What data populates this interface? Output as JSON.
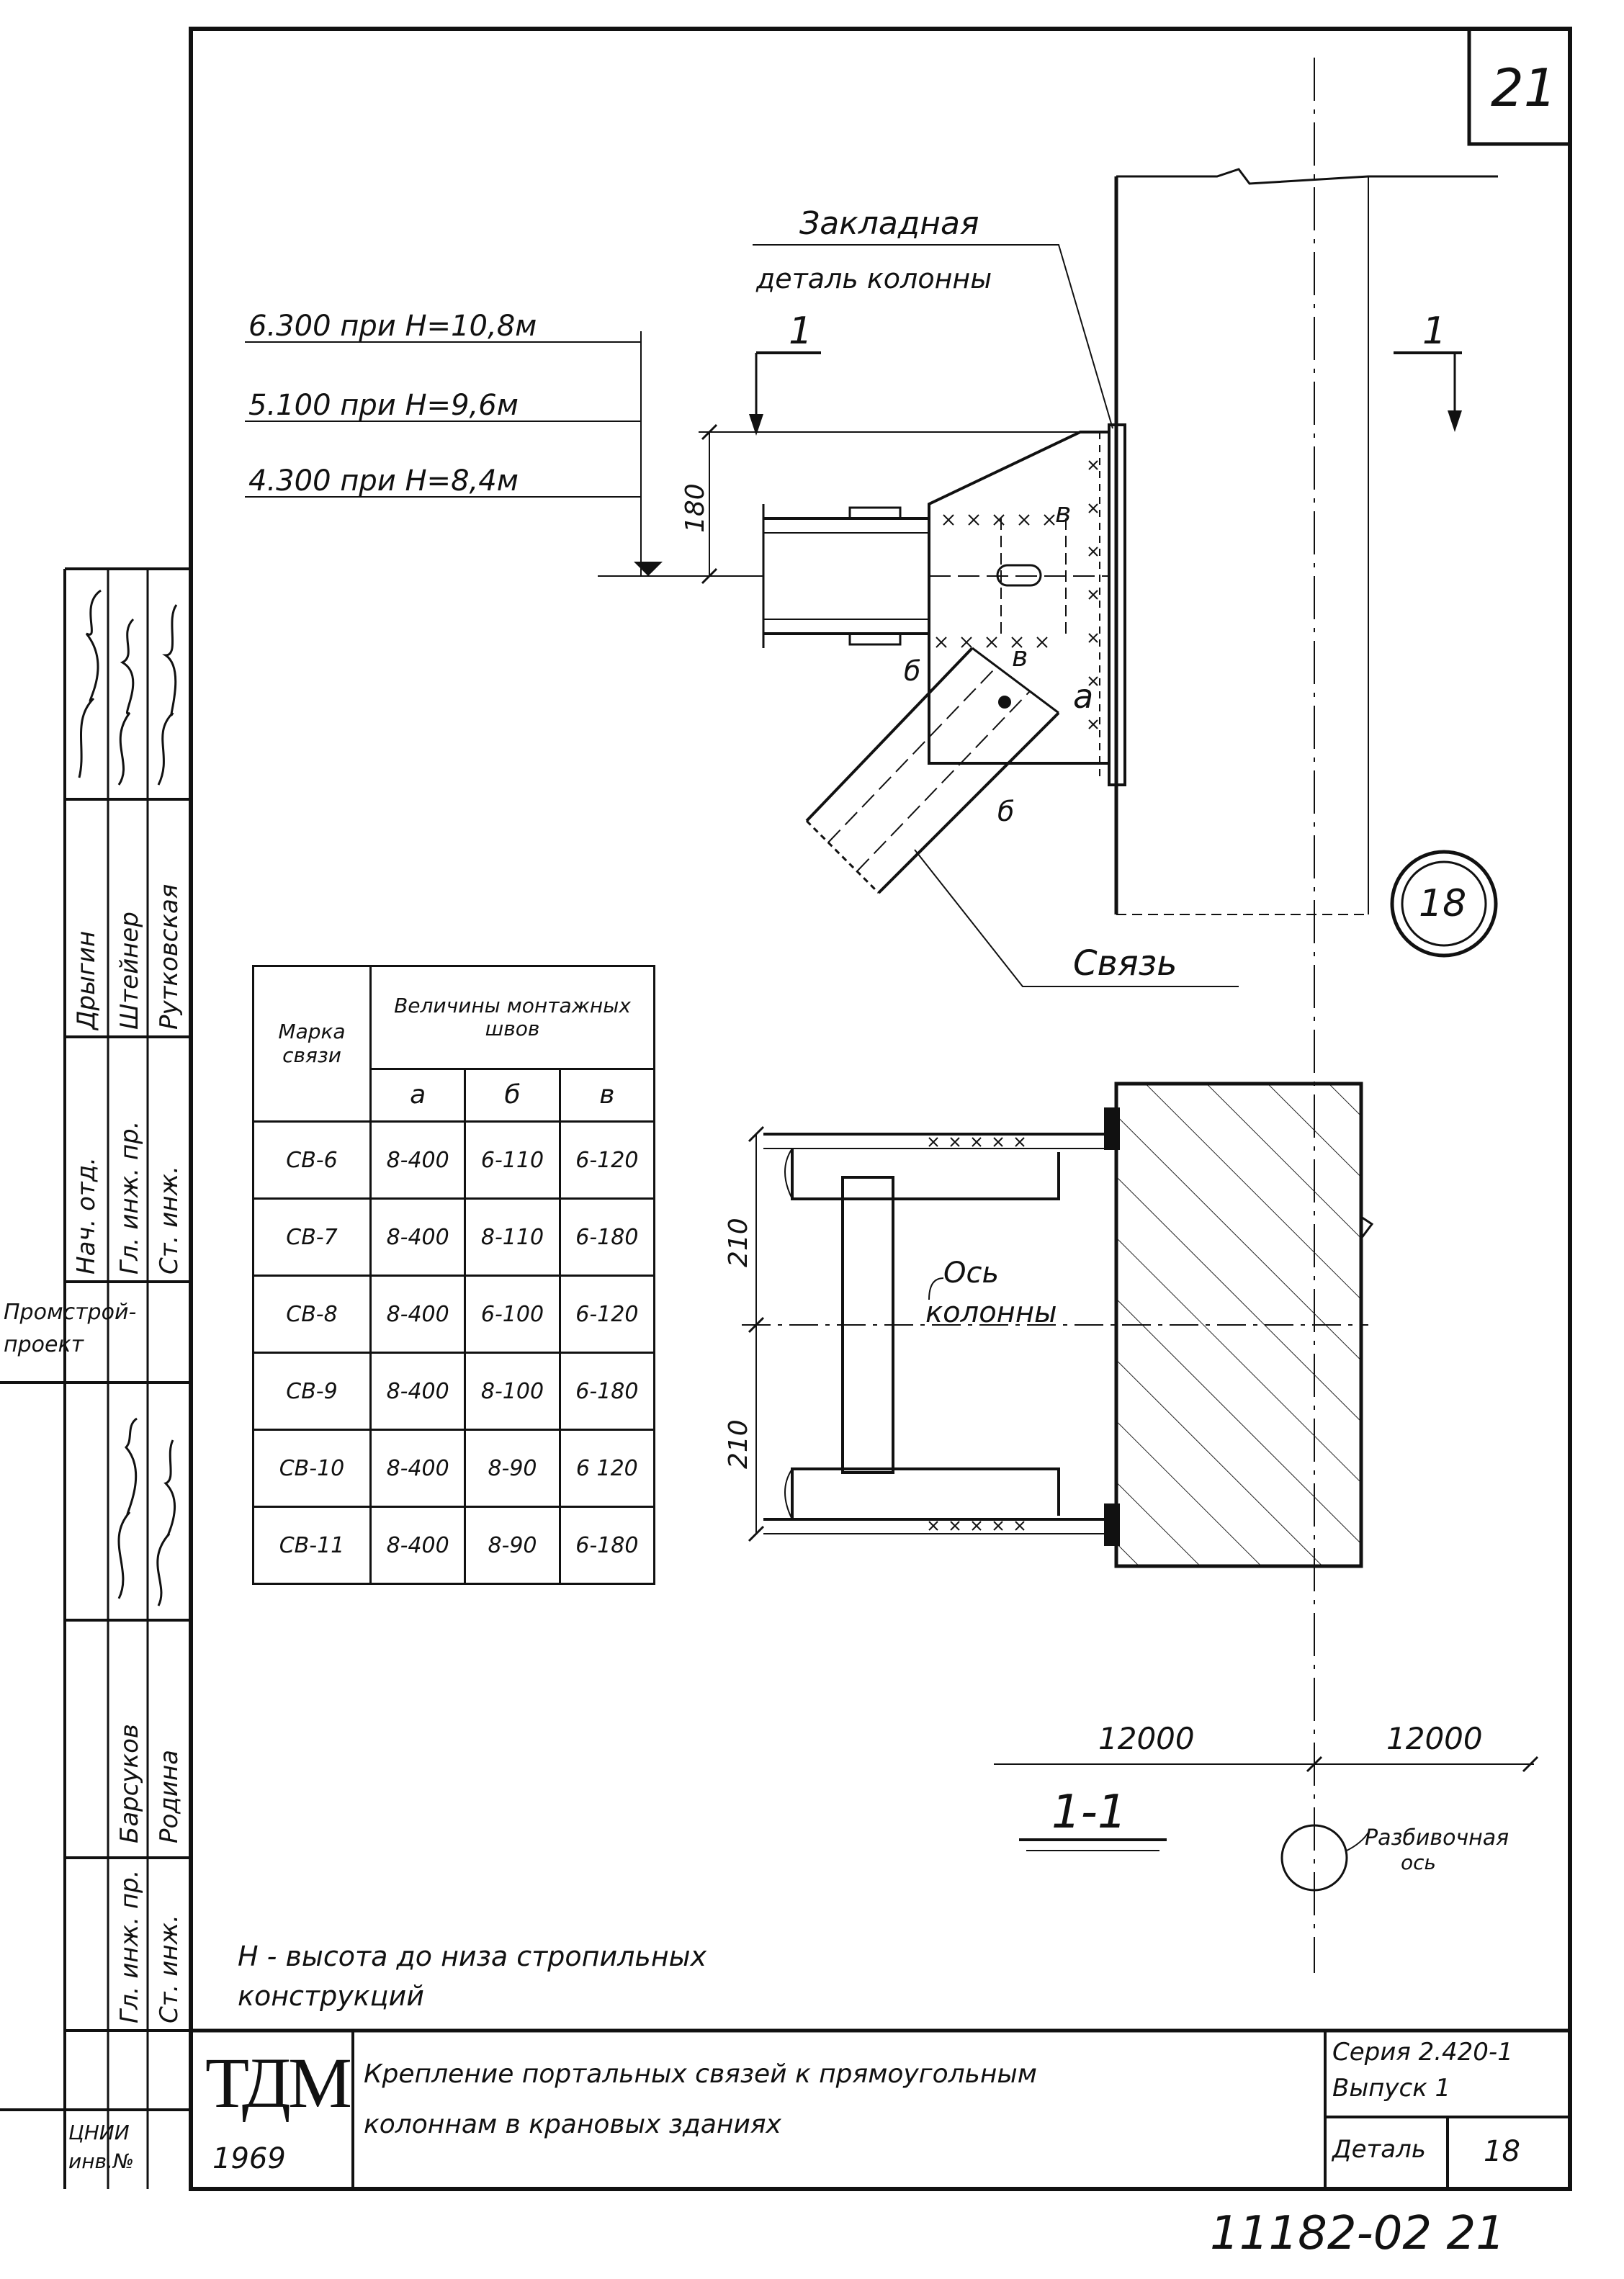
{
  "sheet": {
    "number": "21",
    "bottom_number": "11182-02  21",
    "detail_circle": "18"
  },
  "callouts": {
    "embedded_line1": "Закладная",
    "embedded_line2": "деталь колонны",
    "brace": "Связь",
    "section_mark": "1",
    "section_title": "1-1",
    "axis_line1": "Ось",
    "axis_line2": "колонны",
    "layout_axis_line1": "Разбивочная",
    "layout_axis_line2": "ось"
  },
  "elevations": [
    "6.300 при H=10,8м",
    "5.100 при H=9,6м",
    "4.300 при H=8,4м"
  ],
  "dimensions": {
    "d180": "180",
    "d210a": "210",
    "d210b": "210",
    "span_left": "12000",
    "span_right": "12000"
  },
  "weld_letters": {
    "a": "а",
    "b": "б",
    "b2": "б",
    "v": "в",
    "v2": "в"
  },
  "table": {
    "col_mark": "Марка связи",
    "col_group": "Величины монтажных швов",
    "sub_a": "а",
    "sub_b": "б",
    "sub_v": "в",
    "rows": [
      {
        "mark": "СВ-6",
        "a": "8-400",
        "b": "6-110",
        "v": "6-120"
      },
      {
        "mark": "СВ-7",
        "a": "8-400",
        "b": "8-110",
        "v": "6-180"
      },
      {
        "mark": "СВ-8",
        "a": "8-400",
        "b": "6-100",
        "v": "6-120"
      },
      {
        "mark": "СВ-9",
        "a": "8-400",
        "b": "8-100",
        "v": "6-180"
      },
      {
        "mark": "СВ-10",
        "a": "8-400",
        "b": "8-90",
        "v": "6 120"
      },
      {
        "mark": "СВ-11",
        "a": "8-400",
        "b": "8-90",
        "v": "6-180"
      }
    ]
  },
  "note": {
    "line1": "H - высота до низа стропильных",
    "line2": "конструкций"
  },
  "title_block": {
    "logo": "ТДМ",
    "year": "1969",
    "title_line1": "Крепление портальных связей к прямоугольным",
    "title_line2": "колоннам в крановых зданиях",
    "series": "Серия 2.420-1",
    "issue": "Выпуск 1",
    "detail_label": "Деталь",
    "detail_value": "18"
  },
  "stamp": {
    "col1": [
      "Нач. отд.",
      "Гл. инж. пр.",
      "Ст. инж."
    ],
    "names1": [
      "Дрыгин",
      "Штейнер",
      "Рутковская"
    ],
    "org": [
      "Промстрой-",
      "проект"
    ],
    "col2": [
      "Гл. инж. пр.",
      "Ст. инж."
    ],
    "names2": [
      "Барсуков",
      "Родина"
    ],
    "corner": [
      "ЦНИИ",
      "инв.№"
    ]
  }
}
